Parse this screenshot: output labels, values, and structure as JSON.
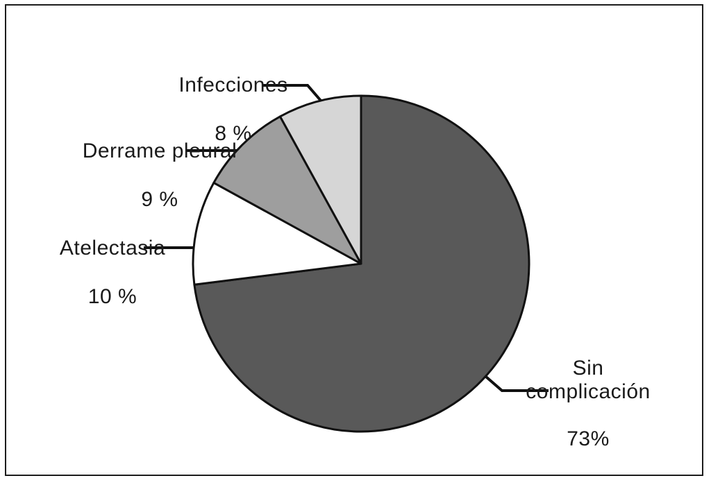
{
  "figure": {
    "background_color": "#ffffff",
    "frame_border_color": "#1c1c1c",
    "label_text_color": "#1a1a1a",
    "outline_color": "#111111"
  },
  "chart_data": {
    "type": "pie",
    "title": "",
    "start_angle_deg": 0,
    "direction": "clockwise",
    "legend": "none",
    "slices": [
      {
        "id": "sin-complicacion",
        "label": "Sin complicación",
        "value_pct": 73,
        "pct_label": "73%",
        "color": "#595959"
      },
      {
        "id": "atelectasia",
        "label": "Atelectasia",
        "value_pct": 10,
        "pct_label": "10 %",
        "color": "#ffffff"
      },
      {
        "id": "derrame-pleural",
        "label": "Derrame pleural",
        "value_pct": 9,
        "pct_label": "9 %",
        "color": "#9e9e9e"
      },
      {
        "id": "infecciones",
        "label": "Infecciones",
        "value_pct": 8,
        "pct_label": "8 %",
        "color": "#d6d6d6"
      }
    ]
  }
}
